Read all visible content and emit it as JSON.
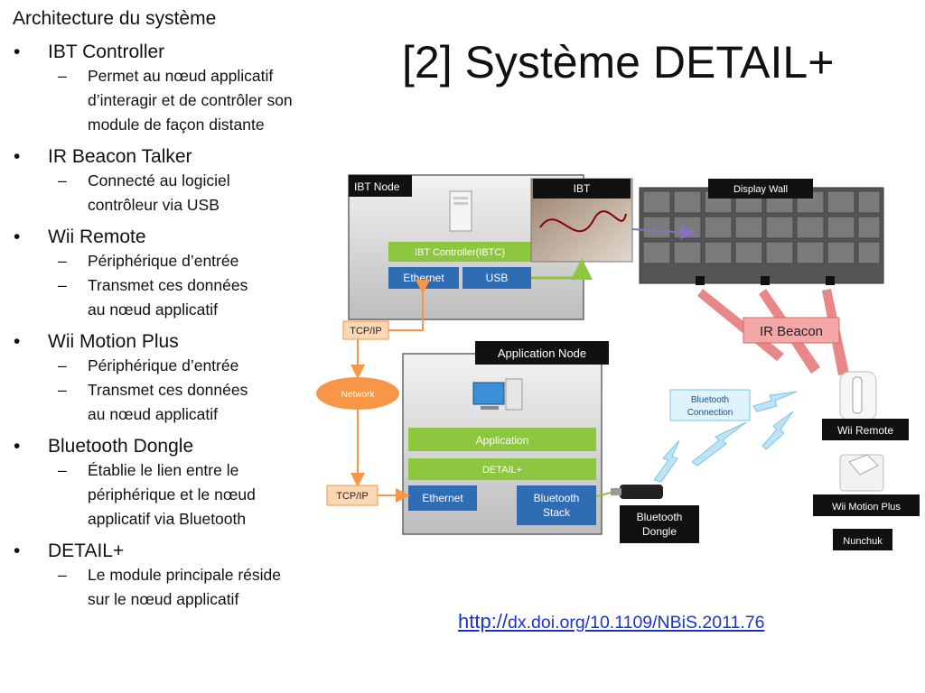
{
  "slide": {
    "heading": "Architecture du système",
    "title": "[2] Système DETAIL+",
    "bullets": [
      {
        "label": "IBT Controller",
        "subs": [
          "Permet au nœud applicatif",
          "d’interagir et de contrôler son",
          "module de façon distante"
        ]
      },
      {
        "label": "IR Beacon Talker",
        "subs": [
          "Connecté au logiciel",
          "contrôleur via USB"
        ]
      },
      {
        "label": "Wii Remote",
        "subs": [
          "Périphérique d’entrée",
          "Transmet ces données",
          "au nœud applicatif"
        ]
      },
      {
        "label": "Wii Motion Plus",
        "subs": [
          "Périphérique d’entrée",
          "Transmet ces données",
          "au nœud applicatif"
        ]
      },
      {
        "label": "Bluetooth Dongle",
        "subs": [
          "Établie le lien entre le",
          "périphérique et le nœud",
          "applicatif via Bluetooth"
        ]
      },
      {
        "label": "DETAIL+",
        "subs": [
          "Le module principale réside",
          "sur le nœud applicatif"
        ]
      }
    ],
    "link_prefix": "http://",
    "link_rest": "dx.doi.org/10.1109/NBiS.2011.76"
  },
  "diagram": {
    "ibt_node": "IBT Node",
    "ibt": "IBT",
    "display_wall": "Display Wall",
    "ibt_controller": "IBT Controller(IBTC)",
    "ethernet_top": "Ethernet",
    "usb": "USB",
    "tcpip_top": "TCP/IP",
    "ir_beacon": "IR Beacon",
    "application_node": "Application Node",
    "network": "Network",
    "application": "Application",
    "detail_plus": "DETAIL+",
    "tcpip_bottom": "TCP/IP",
    "ethernet_bottom": "Ethernet",
    "bluetooth_stack_1": "Bluetooth",
    "bluetooth_stack_2": "Stack",
    "bluetooth_connection_1": "Bluetooth",
    "bluetooth_connection_2": "Connection",
    "bluetooth_dongle_1": "Bluetooth",
    "bluetooth_dongle_2": "Dongle",
    "wii_remote": "Wii Remote",
    "wii_motion_plus": "Wii Motion Plus",
    "nunchuk": "Nunchuk",
    "colors": {
      "green": "#8dc63f",
      "blue": "#2e6db4",
      "orange": "#f79646",
      "black": "#111111",
      "pink": "#f4a7a7"
    }
  }
}
